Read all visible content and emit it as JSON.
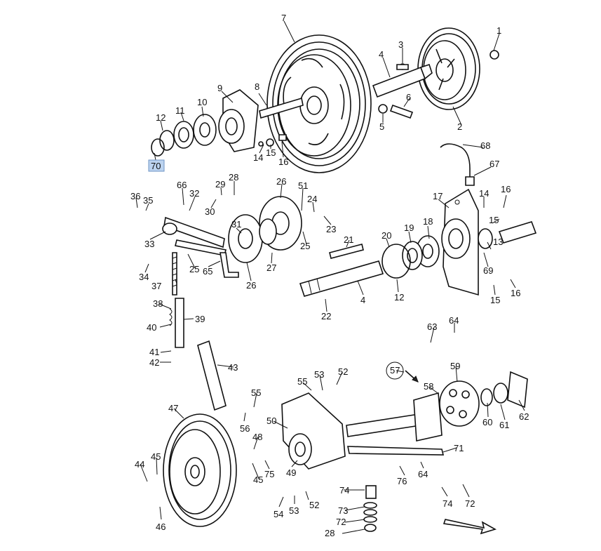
{
  "callouts": [
    {
      "id": "c1",
      "text": "1"
    },
    {
      "id": "c2",
      "text": "2"
    },
    {
      "id": "c3",
      "text": "3"
    },
    {
      "id": "c4a",
      "text": "4"
    },
    {
      "id": "c5",
      "text": "5"
    },
    {
      "id": "c6",
      "text": "6"
    },
    {
      "id": "c7",
      "text": "7"
    },
    {
      "id": "c8",
      "text": "8"
    },
    {
      "id": "c9",
      "text": "9"
    },
    {
      "id": "c10",
      "text": "10"
    },
    {
      "id": "c11",
      "text": "11"
    },
    {
      "id": "c12a",
      "text": "12"
    },
    {
      "id": "c14a",
      "text": "14"
    },
    {
      "id": "c15a",
      "text": "15"
    },
    {
      "id": "c16a",
      "text": "16"
    },
    {
      "id": "c70",
      "text": "70"
    },
    {
      "id": "c68",
      "text": "68"
    },
    {
      "id": "c67",
      "text": "67"
    },
    {
      "id": "c17",
      "text": "17"
    },
    {
      "id": "c14b",
      "text": "14"
    },
    {
      "id": "c16b",
      "text": "16"
    },
    {
      "id": "c15b",
      "text": "15"
    },
    {
      "id": "c13",
      "text": "13"
    },
    {
      "id": "c69",
      "text": "69"
    },
    {
      "id": "c18",
      "text": "18"
    },
    {
      "id": "c19",
      "text": "19"
    },
    {
      "id": "c20",
      "text": "20"
    },
    {
      "id": "c12b",
      "text": "12"
    },
    {
      "id": "c15c",
      "text": "15"
    },
    {
      "id": "c16c",
      "text": "16"
    },
    {
      "id": "c21",
      "text": "21"
    },
    {
      "id": "c4b",
      "text": "4"
    },
    {
      "id": "c22",
      "text": "22"
    },
    {
      "id": "c36",
      "text": "36"
    },
    {
      "id": "c35",
      "text": "35"
    },
    {
      "id": "c66",
      "text": "66"
    },
    {
      "id": "c32",
      "text": "32"
    },
    {
      "id": "c29",
      "text": "29"
    },
    {
      "id": "c28a",
      "text": "28"
    },
    {
      "id": "c30",
      "text": "30"
    },
    {
      "id": "c26a",
      "text": "26"
    },
    {
      "id": "c51",
      "text": "51"
    },
    {
      "id": "c24",
      "text": "24"
    },
    {
      "id": "c23",
      "text": "23"
    },
    {
      "id": "c25a",
      "text": "25"
    },
    {
      "id": "c31",
      "text": "31"
    },
    {
      "id": "c33",
      "text": "33"
    },
    {
      "id": "c27",
      "text": "27"
    },
    {
      "id": "c26b",
      "text": "26"
    },
    {
      "id": "c34",
      "text": "34"
    },
    {
      "id": "c25b",
      "text": "25"
    },
    {
      "id": "c65",
      "text": "65"
    },
    {
      "id": "c37",
      "text": "37"
    },
    {
      "id": "c38",
      "text": "38"
    },
    {
      "id": "c39",
      "text": "39"
    },
    {
      "id": "c40",
      "text": "40"
    },
    {
      "id": "c41",
      "text": "41"
    },
    {
      "id": "c42",
      "text": "42"
    },
    {
      "id": "c43",
      "text": "43"
    },
    {
      "id": "c63",
      "text": "63"
    },
    {
      "id": "c64a",
      "text": "64"
    },
    {
      "id": "c57",
      "text": "57"
    },
    {
      "id": "c59",
      "text": "59"
    },
    {
      "id": "c58",
      "text": "58"
    },
    {
      "id": "c60",
      "text": "60"
    },
    {
      "id": "c61",
      "text": "61"
    },
    {
      "id": "c62",
      "text": "62"
    },
    {
      "id": "c55a",
      "text": "55"
    },
    {
      "id": "c53a",
      "text": "53"
    },
    {
      "id": "c52a",
      "text": "52"
    },
    {
      "id": "c55b",
      "text": "55"
    },
    {
      "id": "c56",
      "text": "56"
    },
    {
      "id": "c50",
      "text": "50"
    },
    {
      "id": "c47",
      "text": "47"
    },
    {
      "id": "c48",
      "text": "48"
    },
    {
      "id": "c75",
      "text": "75"
    },
    {
      "id": "c49",
      "text": "49"
    },
    {
      "id": "c45a",
      "text": "45"
    },
    {
      "id": "c44",
      "text": "44"
    },
    {
      "id": "c45b",
      "text": "45"
    },
    {
      "id": "c46",
      "text": "46"
    },
    {
      "id": "c71",
      "text": "71"
    },
    {
      "id": "c76",
      "text": "76"
    },
    {
      "id": "c64b",
      "text": "64"
    },
    {
      "id": "c74a",
      "text": "74"
    },
    {
      "id": "c72a",
      "text": "72"
    },
    {
      "id": "c74b",
      "text": "74"
    },
    {
      "id": "c73",
      "text": "73"
    },
    {
      "id": "c72b",
      "text": "72"
    },
    {
      "id": "c28b",
      "text": "28"
    },
    {
      "id": "c54",
      "text": "54"
    },
    {
      "id": "c53b",
      "text": "53"
    },
    {
      "id": "c52b",
      "text": "52"
    }
  ]
}
